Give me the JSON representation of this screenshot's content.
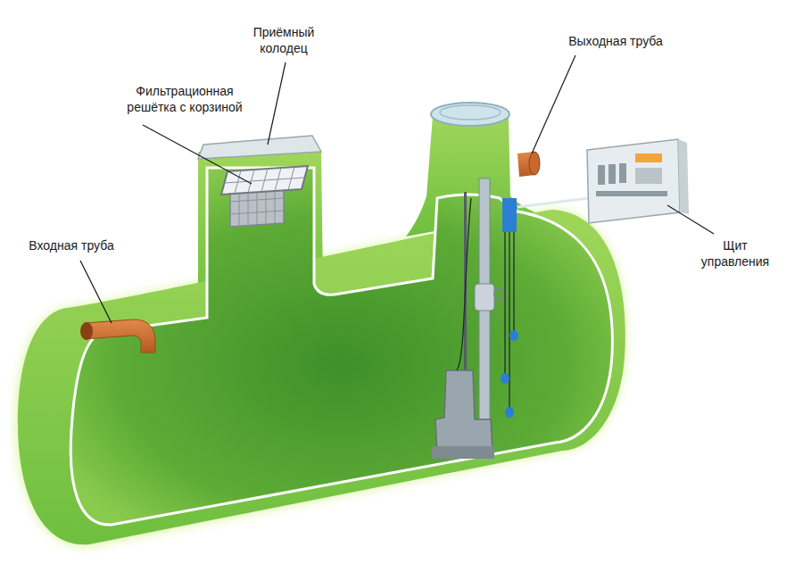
{
  "diagram": {
    "labels": [
      "Приёмный колодец",
      "Выходная труба",
      "Фильтрационная решётка с корзиной",
      "Входная труба",
      "Щит управления"
    ]
  }
}
